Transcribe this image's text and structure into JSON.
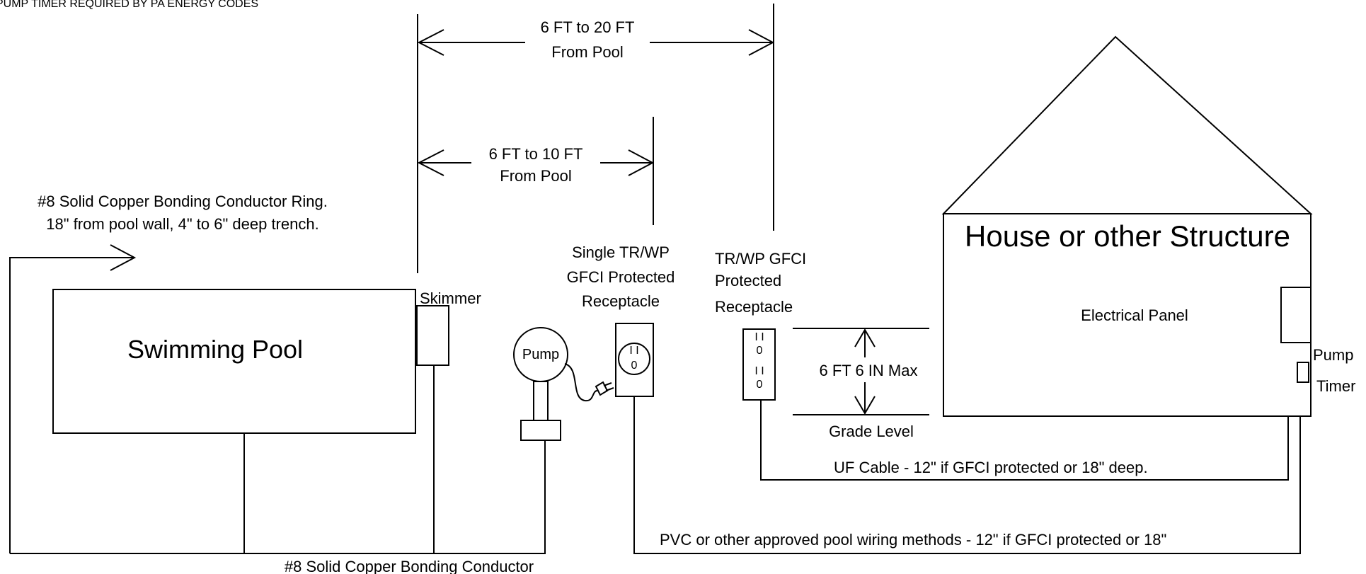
{
  "header_note": "PUMP TIMER REQUIRED BY PA ENERGY CODES",
  "dim_20ft": {
    "line1": "6 FT to 20 FT",
    "line2": "From Pool"
  },
  "dim_10ft": {
    "line1": "6 FT to 10 FT",
    "line2": "From Pool"
  },
  "bonding_ring": {
    "line1": "#8 Solid Copper Bonding Conductor Ring.",
    "line2": "18\" from pool wall, 4\" to 6\" deep trench."
  },
  "pool_label": "Swimming Pool",
  "skimmer_label": "Skimmer",
  "pump_label": "Pump",
  "single_receptacle": {
    "line1": "Single TR/WP",
    "line2": "GFCI Protected",
    "line3": "Receptacle"
  },
  "gfci_receptacle": {
    "line1": "TR/WP GFCI",
    "line2": "Protected",
    "line3": "Receptacle"
  },
  "receptacle_glyphs": {
    "slots": "I  I",
    "ground": "0"
  },
  "height_label": "6 FT 6 IN Max",
  "grade_label": "Grade Level",
  "house_label": "House or other Structure",
  "panel_label": "Electrical Panel",
  "pump_timer": {
    "line1": "Pump",
    "line2": "Timer"
  },
  "uf_cable_label": "UF Cable - 12\" if GFCI protected or 18\" deep.",
  "pvc_label": "PVC or other approved pool wiring methods - 12\" if GFCI protected or 18\"",
  "bonding_conductor_label": "#8 Solid Copper Bonding Conductor"
}
